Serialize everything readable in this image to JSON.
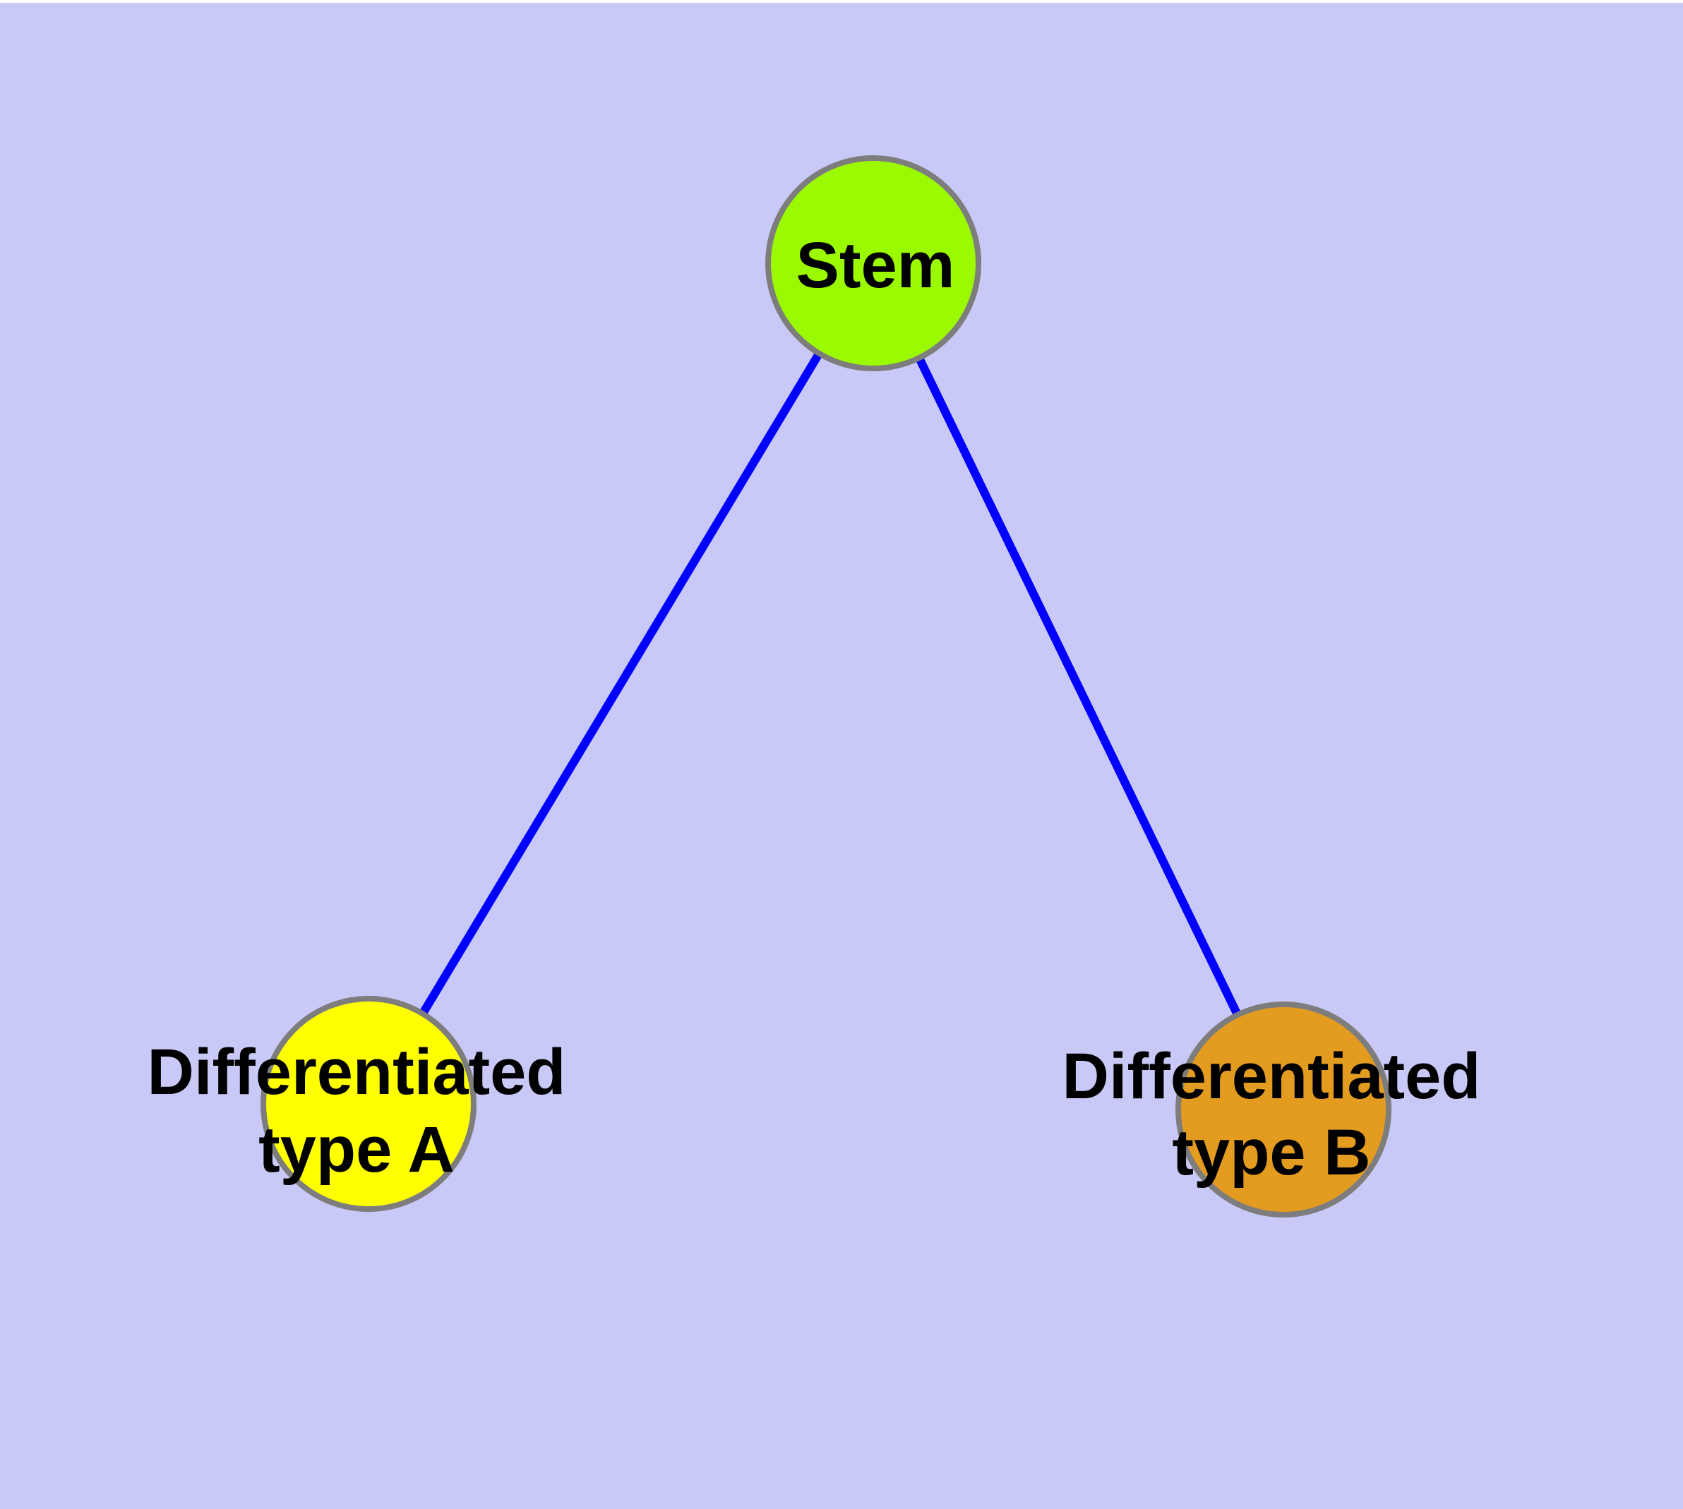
{
  "diagram": {
    "description": "Cell differentiation graph: stem node linked to two differentiated cell type nodes",
    "colors": {
      "background": "#C9C9F7",
      "top_strip": "#FFFFFF",
      "edge": "#0000FF",
      "node_border": "#7D7D7D",
      "label_text": "#000000"
    },
    "nodes": [
      {
        "id": "stem",
        "lines": [
          "Stem"
        ],
        "fill": "#9BF900"
      },
      {
        "id": "type-a",
        "lines": [
          "Differentiated",
          "type A"
        ],
        "fill": "#FFFF00"
      },
      {
        "id": "type-b",
        "lines": [
          "Differentiated",
          "type B"
        ],
        "fill": "#E49C20"
      }
    ],
    "edges": [
      {
        "from": "Stem",
        "to": "Differentiated type A"
      },
      {
        "from": "Stem",
        "to": "Differentiated type B"
      }
    ]
  }
}
